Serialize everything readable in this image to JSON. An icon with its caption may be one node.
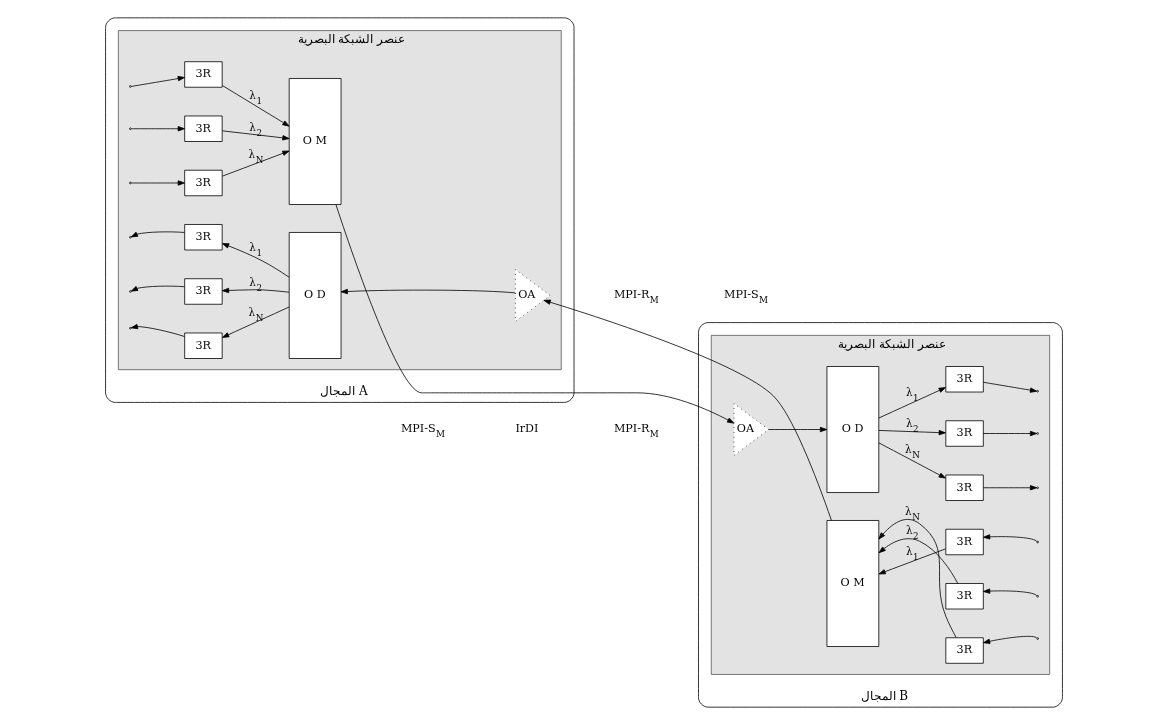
{
  "diagram": {
    "nodes": [
      {
        "text": [
          "المجال A"
        ]
      },
      {
        "text": [
          "عنصر الشبكة البصرية"
        ],
        "in": 0
      },
      {
        "text": [
          "3R"
        ],
        "in": 1
      },
      {
        "text": [
          "3R"
        ],
        "in": 1
      },
      {
        "text": [
          "3R"
        ],
        "in": 1
      },
      {
        "text": [
          "O M"
        ],
        "in": 1
      },
      {
        "text": [
          "3R"
        ],
        "in": 1
      },
      {
        "text": [
          "3R"
        ],
        "in": 1
      },
      {
        "text": [
          "3R"
        ],
        "in": 1
      },
      {
        "text": [
          "O D"
        ],
        "in": 1
      },
      {
        "text": [
          "OA"
        ],
        "in": 1
      },
      {
        "text": [
          "المجال B"
        ]
      },
      {
        "text": [
          "عنصر الشبكة البصرية"
        ],
        "in": 11
      },
      {
        "text": [
          "OA"
        ],
        "in": 12
      },
      {
        "text": [
          "O D"
        ],
        "in": 12
      },
      {
        "text": [
          "3R"
        ],
        "in": 12
      },
      {
        "text": [
          "3R"
        ],
        "in": 12
      },
      {
        "text": [
          "3R"
        ],
        "in": 12
      },
      {
        "text": [
          "O M"
        ],
        "in": 12
      },
      {
        "text": [
          "3R"
        ],
        "in": 12
      },
      {
        "text": [
          "3R"
        ],
        "in": 12
      },
      {
        "text": [
          "3R"
        ],
        "in": 12
      }
    ],
    "edges": [
      {
        "from": null,
        "to": 2,
        "arrow": "to"
      },
      {
        "from": null,
        "to": 3,
        "arrow": "to"
      },
      {
        "from": null,
        "to": 4,
        "arrow": "to"
      },
      {
        "from": 2,
        "to": 5,
        "arrow": "to",
        "label": "λ$_{1}$"
      },
      {
        "from": 3,
        "to": 5,
        "arrow": "to",
        "label": "λ$_{2}$"
      },
      {
        "from": 4,
        "to": 5,
        "arrow": "to",
        "label": "λ$_{N}$"
      },
      {
        "from": 9,
        "to": 6,
        "arrow": "to",
        "label": "λ$_{1}$"
      },
      {
        "from": 9,
        "to": 7,
        "arrow": "to",
        "label": "λ$_{2}$"
      },
      {
        "from": 9,
        "to": 8,
        "arrow": "to",
        "label": "λ$_{N}$"
      },
      {
        "from": 6,
        "to": null,
        "arrow": "to"
      },
      {
        "from": 7,
        "to": null,
        "arrow": "to"
      },
      {
        "from": 8,
        "to": null,
        "arrow": "to"
      },
      {
        "from": 5,
        "to": 13,
        "arrow": "to"
      },
      {
        "from": 13,
        "to": 14,
        "arrow": "to"
      },
      {
        "from": 18,
        "to": 10,
        "arrow": "to"
      },
      {
        "from": 10,
        "to": 9,
        "arrow": "to"
      },
      {
        "from": 14,
        "to": 15,
        "arrow": "to",
        "label": "λ$_{1}$"
      },
      {
        "from": 14,
        "to": 16,
        "arrow": "to",
        "label": "λ$_{2}$"
      },
      {
        "from": 14,
        "to": 17,
        "arrow": "to",
        "label": "λ$_{N}$"
      },
      {
        "from": 15,
        "to": null,
        "arrow": "to"
      },
      {
        "from": 16,
        "to": null,
        "arrow": "to"
      },
      {
        "from": 17,
        "to": null,
        "arrow": "to"
      },
      {
        "from": 19,
        "to": 18,
        "arrow": "to",
        "label": "λ$_{1}$"
      },
      {
        "from": 20,
        "to": 18,
        "arrow": "to",
        "label": "λ$_{2}$"
      },
      {
        "from": 21,
        "to": 18,
        "arrow": "to",
        "label": "λ$_{N}$"
      },
      {
        "from": null,
        "to": 19,
        "arrow": "to"
      },
      {
        "from": null,
        "to": 20,
        "arrow": "to"
      },
      {
        "from": null,
        "to": 21,
        "arrow": "to"
      }
    ],
    "labels": [
      "MPI-S$_{M}$",
      "IrDI",
      "MPI-R$_{M}$",
      "MPI-R$_{M}$",
      "MPI-S$_{M}$"
    ]
  }
}
